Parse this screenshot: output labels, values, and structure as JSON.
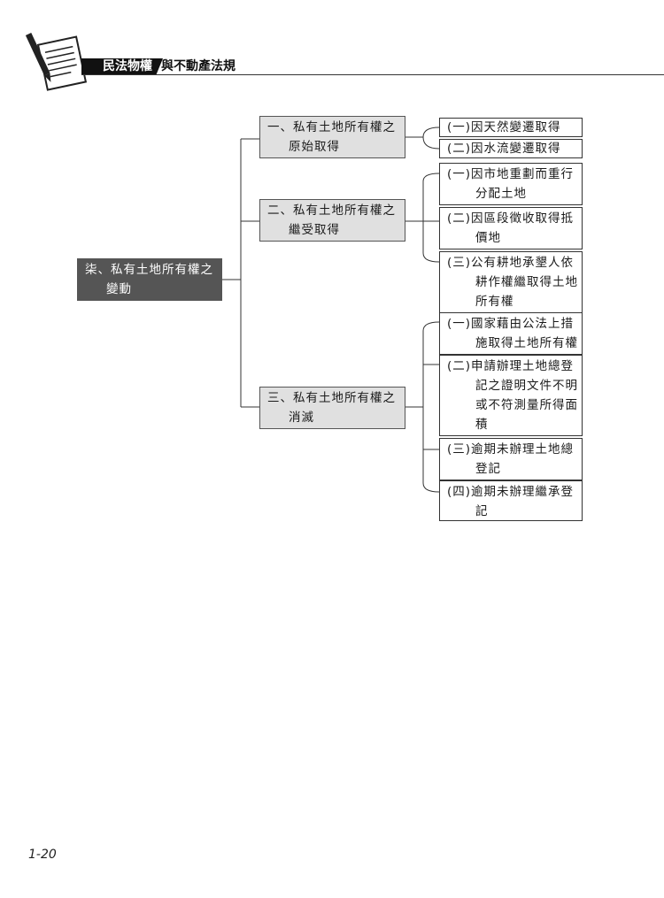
{
  "header": {
    "book_tag": "民法物權",
    "book_title": "與不動產法規"
  },
  "tree": {
    "root": {
      "line1": "柒、私有土地所有權之",
      "line2": "變動"
    },
    "branches": [
      {
        "line1": "一、私有土地所有權之",
        "line2": "原始取得",
        "leaves": [
          {
            "lines": [
              "(一)因天然變遷取得"
            ]
          },
          {
            "lines": [
              "(二)因水流變遷取得"
            ]
          }
        ]
      },
      {
        "line1": "二、私有土地所有權之",
        "line2": "繼受取得",
        "leaves": [
          {
            "lines": [
              "(一)因市地重劃而重行",
              "分配土地"
            ]
          },
          {
            "lines": [
              "(二)因區段徵收取得抵",
              "價地"
            ]
          },
          {
            "lines": [
              "(三)公有耕地承墾人依",
              "耕作權繼取得土地",
              "所有權"
            ]
          }
        ]
      },
      {
        "line1": "三、私有土地所有權之",
        "line2": "消滅",
        "leaves": [
          {
            "lines": [
              "(一)國家藉由公法上措",
              "施取得土地所有權"
            ]
          },
          {
            "lines": [
              "(二)申請辦理土地總登",
              "記之證明文件不明",
              "或不符測量所得面",
              "積"
            ]
          },
          {
            "lines": [
              "(三)逾期未辦理土地總",
              "登記"
            ]
          },
          {
            "lines": [
              "(四)逾期未辦理繼承登",
              "記"
            ]
          }
        ]
      }
    ]
  },
  "footer": {
    "page_number": "1-20"
  }
}
